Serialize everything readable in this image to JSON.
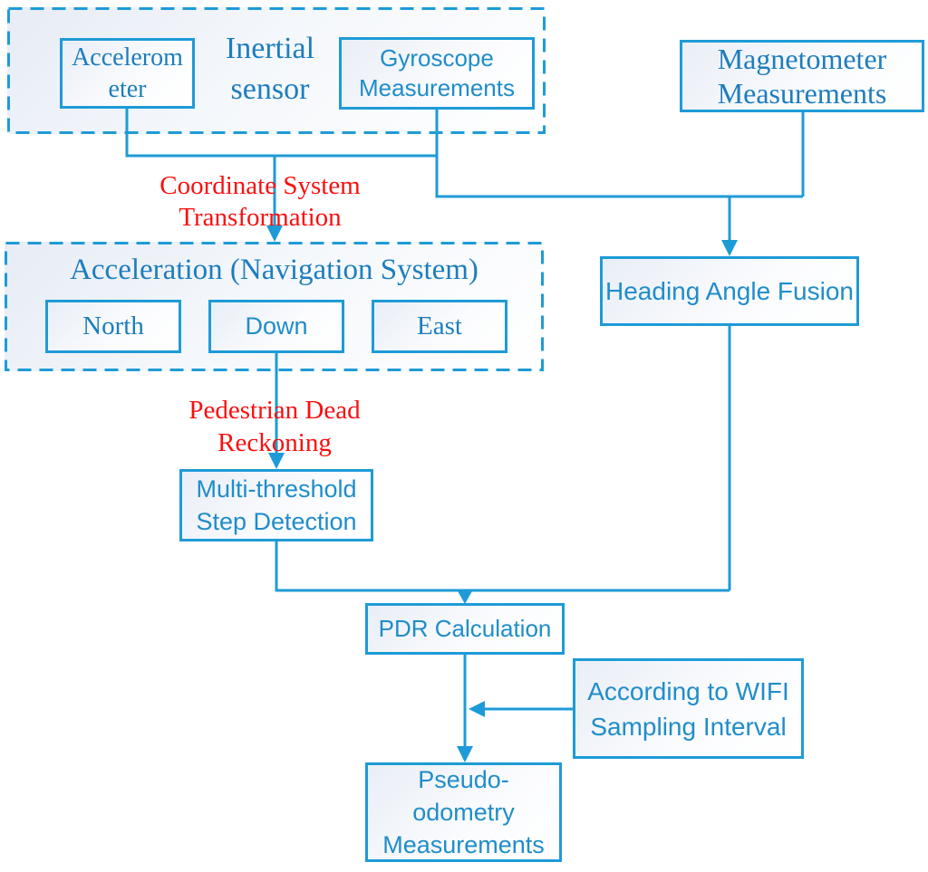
{
  "figure": {
    "type": "flowchart",
    "colors": {
      "connector_blue": "#1e9bd7",
      "serif_text_blue": "#1d7dbd",
      "sans_text_blue": "#1f8dca",
      "annotation_red": "#fa0f0f",
      "box_fill_light": "#e9eef6"
    },
    "groups": {
      "inertial_sensor": {
        "label_line1": "Inertial",
        "label_line2": "sensor"
      },
      "acceleration_nav": {
        "title": "Acceleration (Navigation System)"
      }
    },
    "nodes": {
      "accelerometer": {
        "lines": [
          "Accelerom",
          "eter"
        ]
      },
      "gyroscope_measurements": {
        "lines": [
          "Gyroscope",
          "Measurements"
        ]
      },
      "magnetometer_measurements": {
        "lines": [
          "Magnetometer",
          "Measurements"
        ]
      },
      "north": {
        "label": "North"
      },
      "down": {
        "label": "Down"
      },
      "east": {
        "label": "East"
      },
      "heading_angle_fusion": {
        "label": "Heading Angle Fusion"
      },
      "multi_threshold_step_detection": {
        "lines": [
          "Multi-threshold",
          "Step Detection"
        ]
      },
      "pdr_calculation": {
        "label": "PDR Calculation"
      },
      "according_wifi": {
        "lines": [
          "According to WIFI",
          "Sampling Interval"
        ]
      },
      "pseudo_odometry": {
        "lines": [
          "Pseudo-",
          "odometry",
          "Measurements"
        ]
      }
    },
    "edge_labels": {
      "coordinate_transformation": {
        "lines": [
          "Coordinate System",
          "Transformation"
        ]
      },
      "pedestrian_dead_reckoning": {
        "lines": [
          "Pedestrian Dead",
          "Reckoning"
        ]
      }
    }
  }
}
